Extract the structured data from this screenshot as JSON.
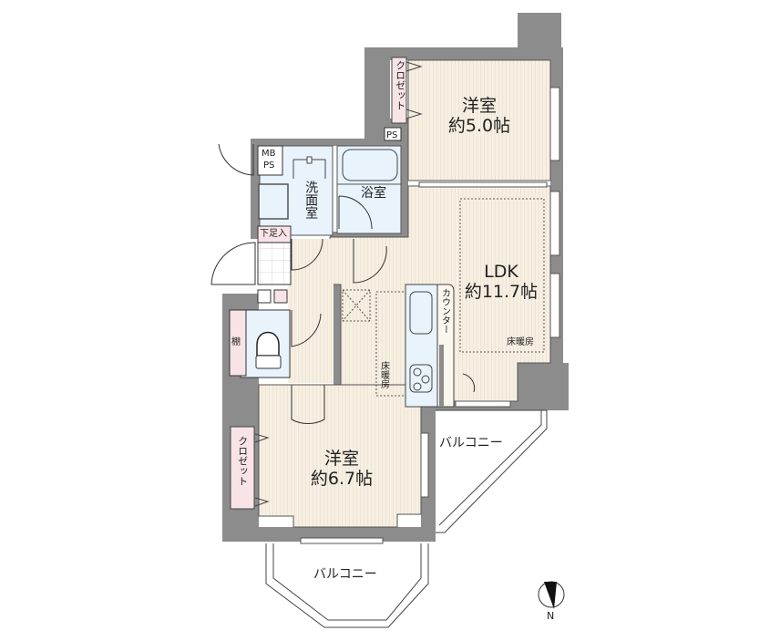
{
  "colors": {
    "wall": "#8c8c8c",
    "floor_wood": "#f6efe2",
    "wet_area": "#e8f3fc",
    "closet": "#f8e3e6",
    "line": "#333333",
    "background": "#ffffff"
  },
  "rooms": {
    "western_room_1": {
      "name": "洋室",
      "size": "約5.0帖"
    },
    "ldk": {
      "name": "LDK",
      "size": "約11.7帖"
    },
    "western_room_2": {
      "name": "洋室",
      "size": "約6.7帖"
    },
    "washroom": {
      "name": "洗面室"
    },
    "bathroom": {
      "name": "浴室"
    },
    "shoe_box": {
      "name": "下足入"
    },
    "shelf": {
      "name": "棚"
    },
    "closet_1": {
      "name": "クロゼット"
    },
    "closet_2": {
      "name": "クロゼット"
    },
    "counter": {
      "name": "カウンター"
    }
  },
  "labels": {
    "ps_top": "PS",
    "mb_ps": [
      "MB",
      "PS"
    ],
    "floor_heating_ldk": "床暖房",
    "floor_heating_kitchen": "床暖房",
    "balcony_east": "バルコニー",
    "balcony_south": "バルコニー",
    "compass_north": "N"
  }
}
